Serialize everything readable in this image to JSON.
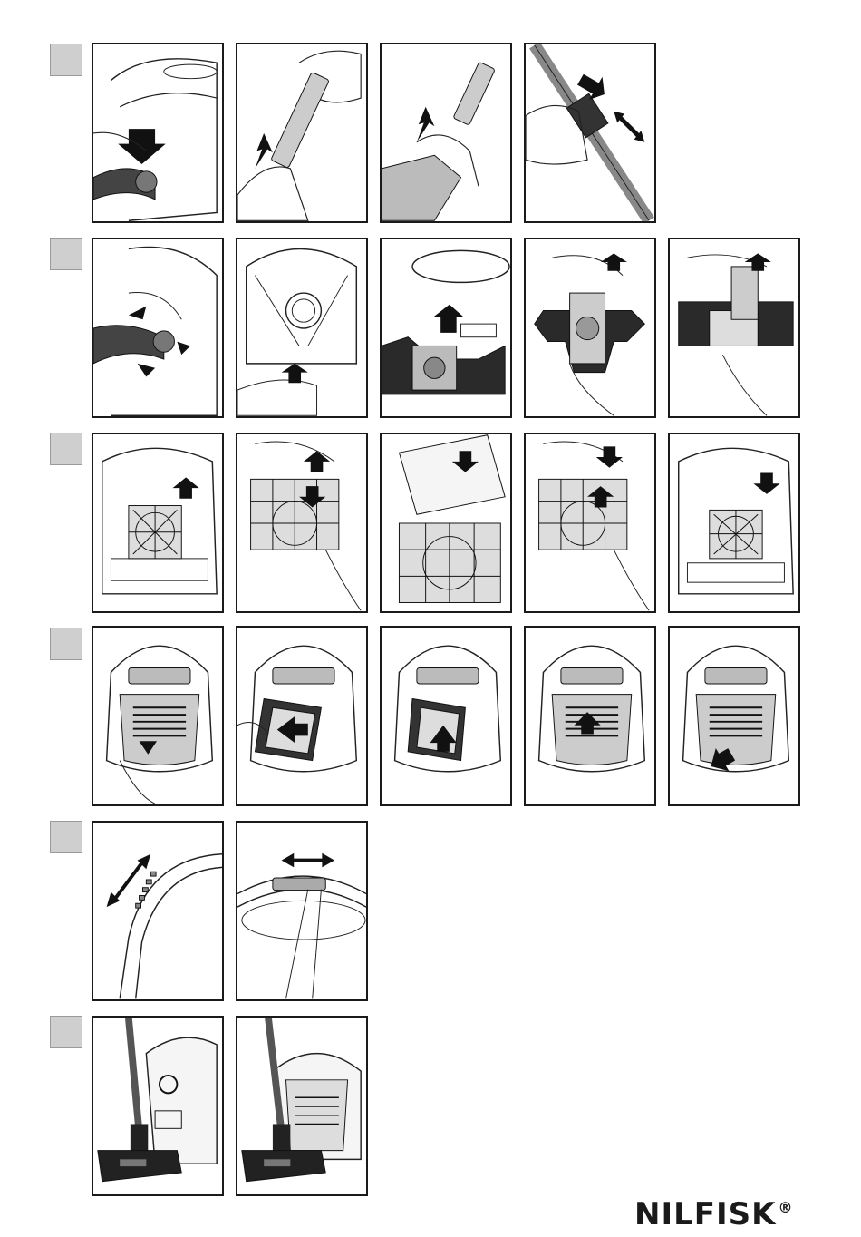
{
  "brand": {
    "name": "NILFISK",
    "mark": "®"
  },
  "steps": [
    {
      "panels": [
        "hose-connect",
        "crevice-tool",
        "brush-tool",
        "telescopic-tube"
      ]
    },
    {
      "panels": [
        "hose-release",
        "lid-open",
        "bag-compartment",
        "bag-holder-remove",
        "bag-replace"
      ]
    },
    {
      "panels": [
        "motor-filter-lift",
        "filter-frame-open",
        "filter-replace",
        "filter-frame-close",
        "motor-filter-insert"
      ]
    },
    {
      "panels": [
        "exhaust-grill-open",
        "exhaust-filter-remove",
        "exhaust-filter-insert",
        "exhaust-grill-close",
        "exhaust-grill-lock"
      ]
    },
    {
      "panels": [
        "handle-power-slider",
        "suction-control-slider"
      ]
    },
    {
      "panels": [
        "parking-front",
        "parking-side"
      ]
    }
  ]
}
